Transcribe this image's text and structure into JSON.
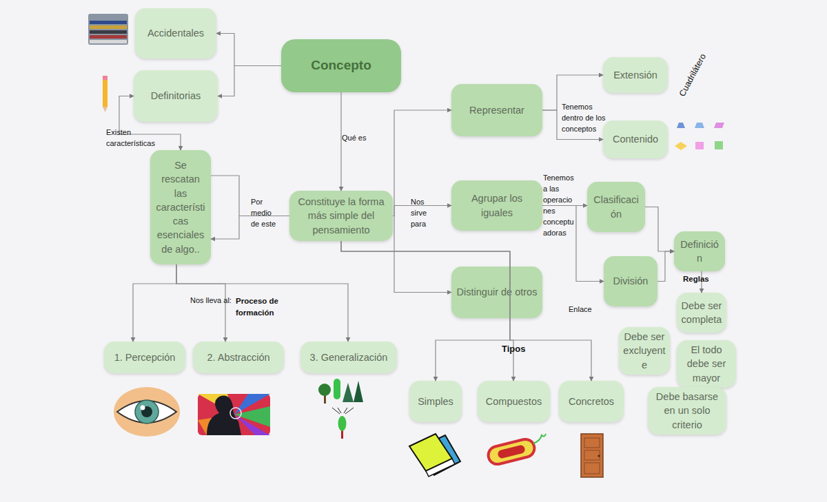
{
  "diagram": {
    "nodes": [
      {
        "text": [
          "Concepto"
        ]
      },
      {
        "text": [
          "Accidentales"
        ]
      },
      {
        "text": [
          "Definitorias"
        ]
      },
      {
        "text": [
          "Se rescatan las características esenciales de algo.."
        ]
      },
      {
        "text": [
          "Constituye la forma más simple del pensamiento"
        ]
      },
      {
        "text": [
          "Representar"
        ]
      },
      {
        "text": [
          "Agrupar los iguales"
        ]
      },
      {
        "text": [
          "Distinguir de otros"
        ]
      },
      {
        "text": [
          "Extensión"
        ]
      },
      {
        "text": [
          "Contenido"
        ]
      },
      {
        "text": [
          "Clasificación"
        ]
      },
      {
        "text": [
          "División"
        ]
      },
      {
        "text": [
          "Definición"
        ]
      },
      {
        "text": [
          "Debe ser completa"
        ]
      },
      {
        "text": [
          "Debe ser excluyente"
        ]
      },
      {
        "text": [
          "El todo debe ser mayor"
        ]
      },
      {
        "text": [
          "Debe basarse en un solo criterio"
        ]
      },
      {
        "text": [
          "1. Percepción"
        ]
      },
      {
        "text": [
          "2. Abstracción"
        ]
      },
      {
        "text": [
          "3. Generalización"
        ]
      },
      {
        "text": [
          "Simples"
        ]
      },
      {
        "text": [
          "Compuestos"
        ]
      },
      {
        "text": [
          "Concretos"
        ]
      }
    ],
    "edges": [
      {
        "from": 0,
        "to": 1,
        "arrow": "to"
      },
      {
        "from": 0,
        "to": 2,
        "arrow": "to"
      },
      {
        "from": 0,
        "to": 4,
        "label": "Qué es",
        "arrow": "to"
      },
      {
        "from": 4,
        "to": 3,
        "label": "Por medio de este",
        "arrow": "to"
      },
      {
        "from": 3,
        "to": 2,
        "label": "Existen características",
        "arrow": "both"
      },
      {
        "from": 3,
        "to": 17,
        "arrow": "to"
      },
      {
        "from": 3,
        "to": 18,
        "label": "Nos lleva al:",
        "arrow": "to"
      },
      {
        "from": 3,
        "to": 19,
        "arrow": "to"
      },
      {
        "from": 4,
        "to": 5,
        "arrow": "to"
      },
      {
        "from": 4,
        "to": 6,
        "label": "Nos sirve para",
        "arrow": "to"
      },
      {
        "from": 4,
        "to": 7,
        "arrow": "to"
      },
      {
        "from": 5,
        "to": 8,
        "label": "Tenemos dentro de los conceptos",
        "arrow": "to"
      },
      {
        "from": 5,
        "to": 9,
        "arrow": "to"
      },
      {
        "from": 6,
        "to": 10,
        "label": "Tenemos a las operaciones conceptuadoras",
        "arrow": "to"
      },
      {
        "from": 6,
        "to": 11,
        "arrow": "to"
      },
      {
        "from": 10,
        "to": 12,
        "arrow": "to"
      },
      {
        "from": 11,
        "to": 12,
        "arrow": "to"
      },
      {
        "from": 12,
        "to": 13,
        "label": "Reglas",
        "arrow": "to"
      },
      {
        "from": 4,
        "to": 20,
        "arrow": "to"
      },
      {
        "from": 4,
        "to": 21,
        "label": "Tipos",
        "arrow": "to"
      },
      {
        "from": 4,
        "to": 22,
        "arrow": "to"
      }
    ],
    "labels": [
      "Proceso de formación",
      "Enlace",
      "Cuadrilátero"
    ]
  }
}
